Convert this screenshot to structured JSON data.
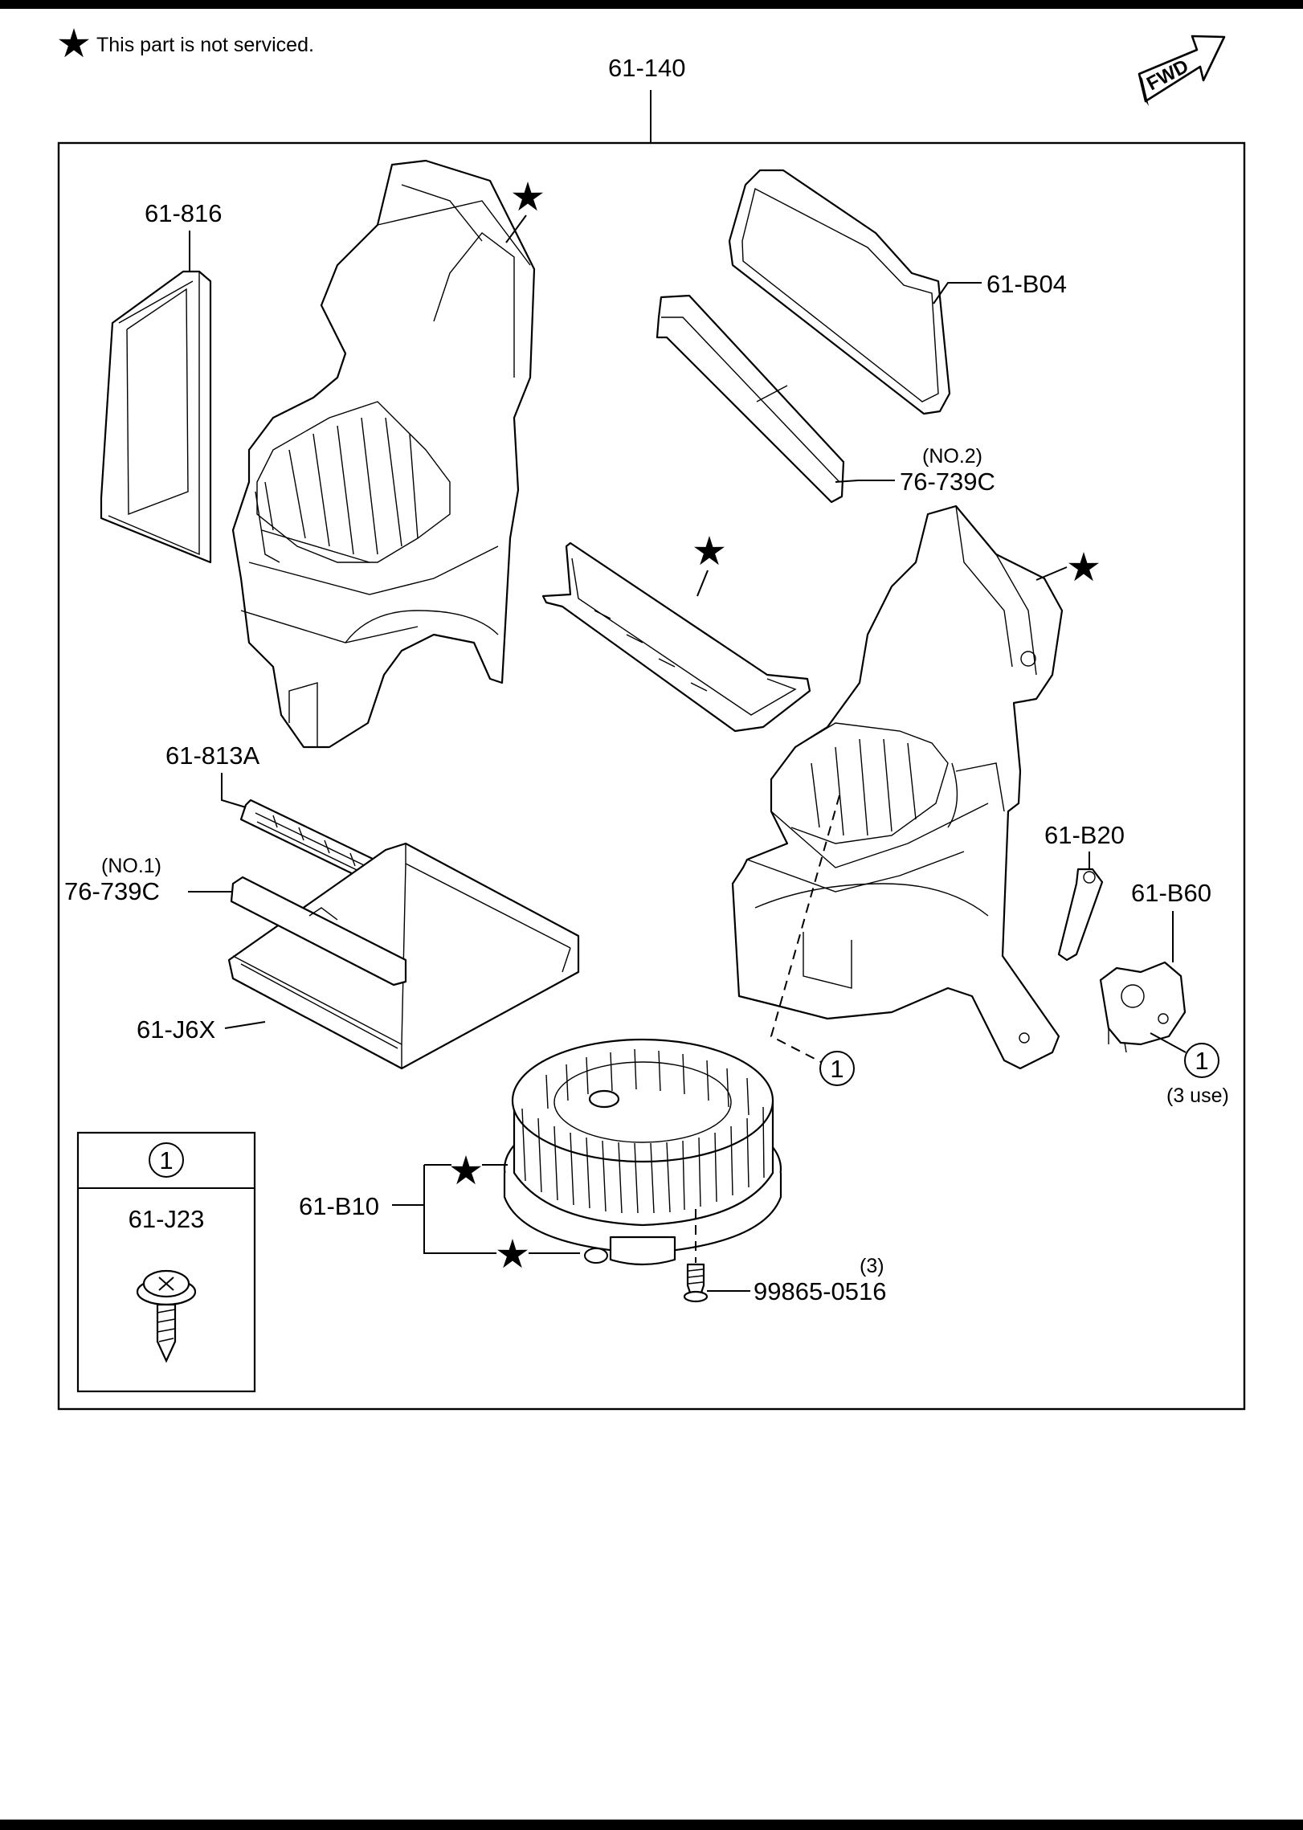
{
  "legend": {
    "star_note": "This part is not serviced."
  },
  "orientation": {
    "fwd_label": "FWD"
  },
  "assembly": {
    "main_part": "61-140"
  },
  "callouts": {
    "filter_seal_left": "61-816",
    "gasket_top_right": "61-B04",
    "duct_no2_qualifier": "(NO.2)",
    "duct_no2_part": "76-739C",
    "filter_cover": "61-813A",
    "duct_no1_qualifier": "(NO.1)",
    "duct_no1_part": "76-739C",
    "filter_element": "61-J6X",
    "resistor": "61-B20",
    "actuator": "61-B60",
    "blower_motor": "61-B10",
    "screw_qty": "(3)",
    "screw_part": "99865-0516",
    "actuator_ref_use": "(3 use)"
  },
  "reference": {
    "number": "1",
    "part": "61-J23"
  },
  "colors": {
    "ink": "#000000",
    "paper": "#ffffff"
  }
}
